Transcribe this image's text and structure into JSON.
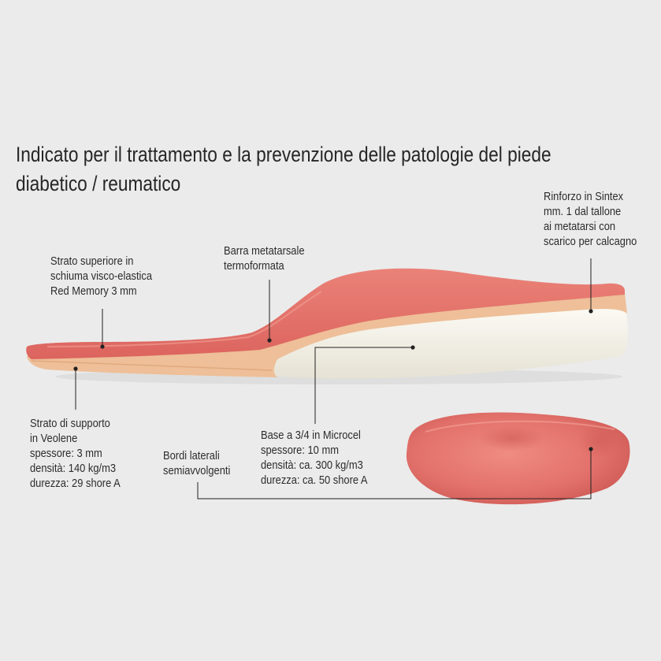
{
  "title_lines": [
    "Indicato per il trattamento e la prevenzione delle patologie del piede",
    "diabetico / reumatico"
  ],
  "labels": {
    "top_layer": [
      "Strato superiore in",
      "schiuma visco-elastica",
      "Red Memory 3 mm"
    ],
    "metatarsal_bar": [
      "Barra metatarsale",
      "termoformata"
    ],
    "reinforcement": [
      "Rinforzo in Sintex",
      "mm. 1 dal tallone",
      "ai metatarsi con",
      "scarico per calcagno"
    ],
    "support_layer": [
      "Strato di supporto",
      "in Veolene",
      "spessore: 3 mm",
      "densità: 140 kg/m3",
      "durezza: 29 shore A"
    ],
    "side_edges": [
      "Bordi laterali",
      "semiavvolgenti"
    ],
    "base": [
      "Base a 3/4 in Microcel",
      "spessore: 10 mm",
      "densità: ca. 300 kg/m3",
      "durezza: ca. 50 shore A"
    ]
  },
  "colors": {
    "background": "#ebebeb",
    "red_memory_foam": "#e5766f",
    "veolene_layer": "#eebf98",
    "microcel_base": "#f4f1e7",
    "leader_line": "#222222"
  }
}
